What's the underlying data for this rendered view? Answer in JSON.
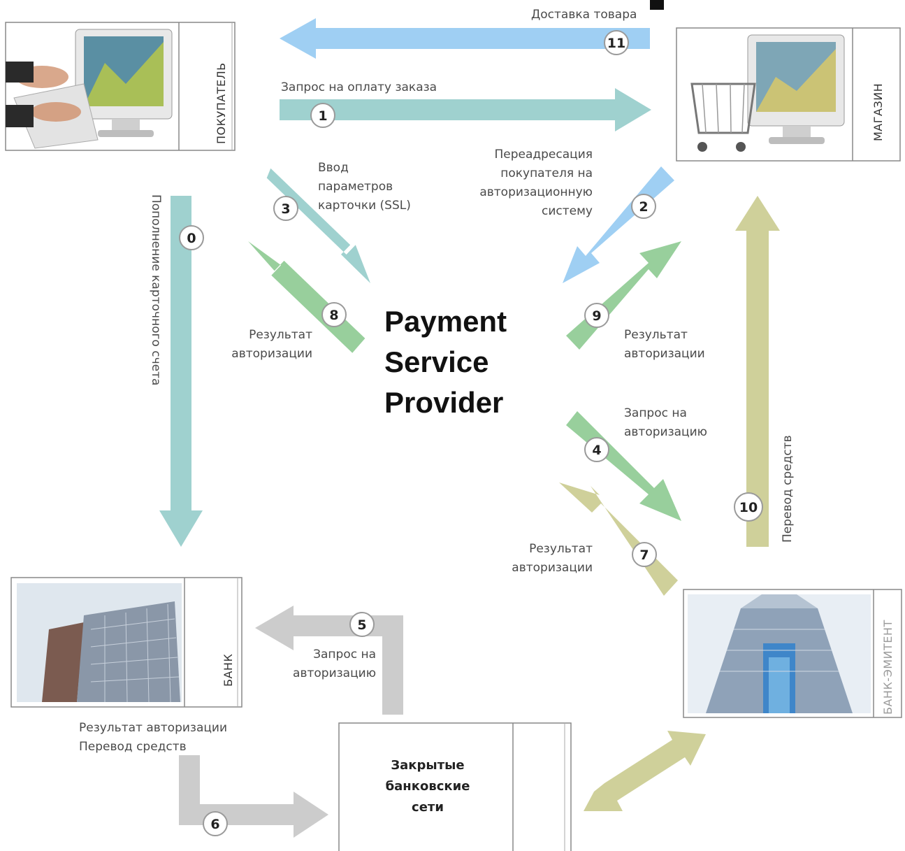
{
  "colors": {
    "teal": "#9fd1cf",
    "blue": "#9fcff3",
    "green": "#98cf9c",
    "olive": "#cfd09a",
    "gray": "#cccccc"
  },
  "entities": {
    "buyer": "ПОКУПАТЕЛЬ",
    "shop": "МАГАЗИН",
    "bank": "БАНК",
    "issuer": "БАНК-ЭМИТЕНТ",
    "network": [
      "Закрытые",
      "банковские",
      "сети"
    ]
  },
  "psp": [
    "Payment",
    "Service",
    "Provider"
  ],
  "steps": {
    "s0": {
      "num": "0",
      "label": [
        "Пополнение карточного счета"
      ]
    },
    "s1": {
      "num": "1",
      "label": [
        "Запрос на оплату заказа"
      ]
    },
    "s2": {
      "num": "2",
      "label": [
        "Переадресация",
        "покупателя на",
        "авторизационную",
        "систему"
      ]
    },
    "s3": {
      "num": "3",
      "label": [
        "Ввод",
        "параметров",
        "карточки (SSL)"
      ]
    },
    "s4": {
      "num": "4",
      "label": [
        "Запрос на",
        "авторизацию"
      ]
    },
    "s5": {
      "num": "5",
      "label": [
        "Запрос на",
        "авторизацию"
      ]
    },
    "s6": {
      "num": "6",
      "label": [
        "Результат авторизации",
        "Перевод средств"
      ]
    },
    "s7": {
      "num": "7",
      "label": [
        "Результат",
        "авторизации"
      ]
    },
    "s8": {
      "num": "8",
      "label": [
        "Результат",
        "авторизации"
      ]
    },
    "s9": {
      "num": "9",
      "label": [
        "Результат",
        "авторизации"
      ]
    },
    "s10": {
      "num": "10",
      "label": [
        "Перевод средств"
      ]
    },
    "s11": {
      "num": "11",
      "label": [
        "Доставка товара"
      ]
    }
  }
}
